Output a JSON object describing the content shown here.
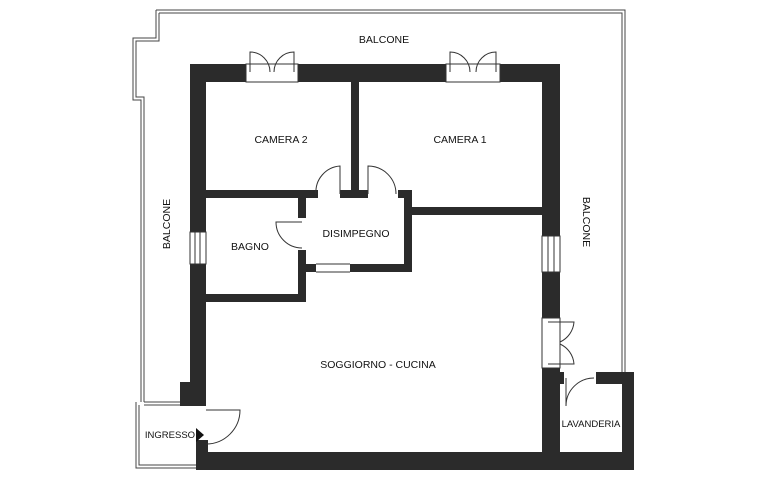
{
  "plan": {
    "rooms": {
      "balcone_top": "BALCONE",
      "balcone_left": "BALCONE",
      "balcone_right": "BALCONE",
      "camera_2": "CAMERA 2",
      "camera_1": "CAMERA 1",
      "bagno": "BAGNO",
      "disimpegno": "DISIMPEGNO",
      "soggiorno_cucina": "SOGGIORNO - CUCINA",
      "ingresso": "INGRESSO",
      "lavanderia": "LAVANDERIA"
    }
  },
  "colors": {
    "wall": "#2b2b2b",
    "background": "#ffffff",
    "thin_line": "#333333"
  }
}
